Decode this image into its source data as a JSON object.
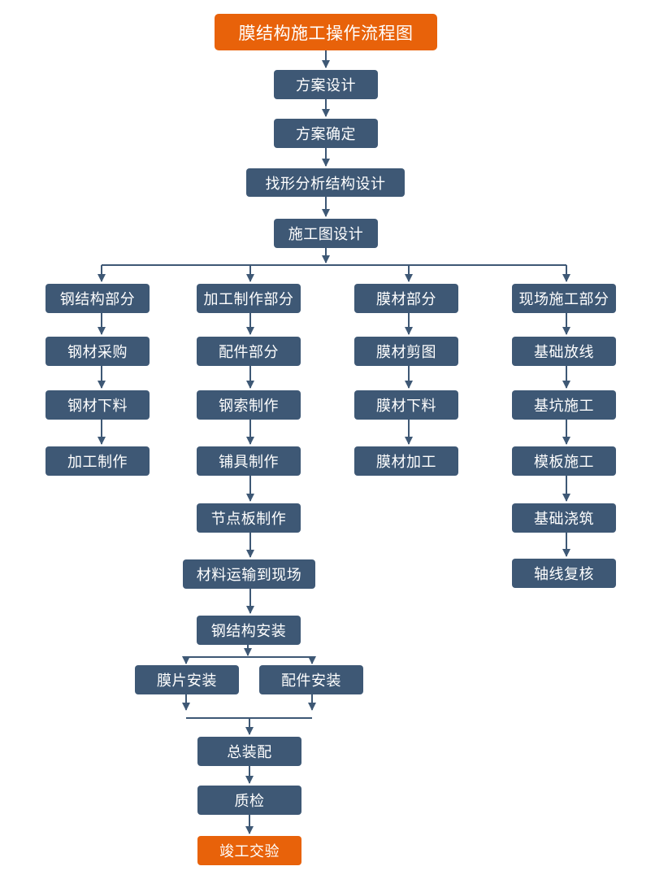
{
  "colors": {
    "node": "#3e5875",
    "accent": "#e8620a",
    "connector": "#3e5875"
  },
  "title": "膜结构施工操作流程图",
  "nodes": {
    "fang_an_she_ji": "方案设计",
    "fang_an_que_ding": "方案确定",
    "zhao_xing_fen_xi": "找形分析结构设计",
    "shi_gong_tu_she_ji": "施工图设计",
    "gang_jie_gou_bu_fen": "钢结构部分",
    "gang_cai_cai_gou": "钢材采购",
    "gang_cai_xia_liao": "钢材下料",
    "jia_gong_zhi_zuo": "加工制作",
    "jia_gong_zhi_zuo_bu_fen": "加工制作部分",
    "pei_jian_bu_fen": "配件部分",
    "gang_suo_zhi_zuo": "钢索制作",
    "pu_ju_zhi_zuo": "铺具制作",
    "jie_dian_ban_zhi_zuo": "节点板制作",
    "cai_liao_yun_shu": "材料运输到现场",
    "gang_jie_gou_an_zhuang": "钢结构安装",
    "mo_pian_an_zhuang": "膜片安装",
    "pei_jian_an_zhuang": "配件安装",
    "zong_zhuang_pei": "总装配",
    "zhi_jian": "质检",
    "jun_gong_jiao_yan": "竣工交验",
    "mo_cai_bu_fen": "膜材部分",
    "mo_cai_jian_tu": "膜材剪图",
    "mo_cai_xia_liao": "膜材下料",
    "mo_cai_jia_gong": "膜材加工",
    "xian_chang_shi_gong_bu_fen": "现场施工部分",
    "ji_chu_fang_xian": "基础放线",
    "ji_keng_shi_gong": "基坑施工",
    "mo_ban_shi_gong": "模板施工",
    "ji_chu_jiao_zhu": "基础浇筑",
    "zhou_xian_fu_he": "轴线复核"
  }
}
